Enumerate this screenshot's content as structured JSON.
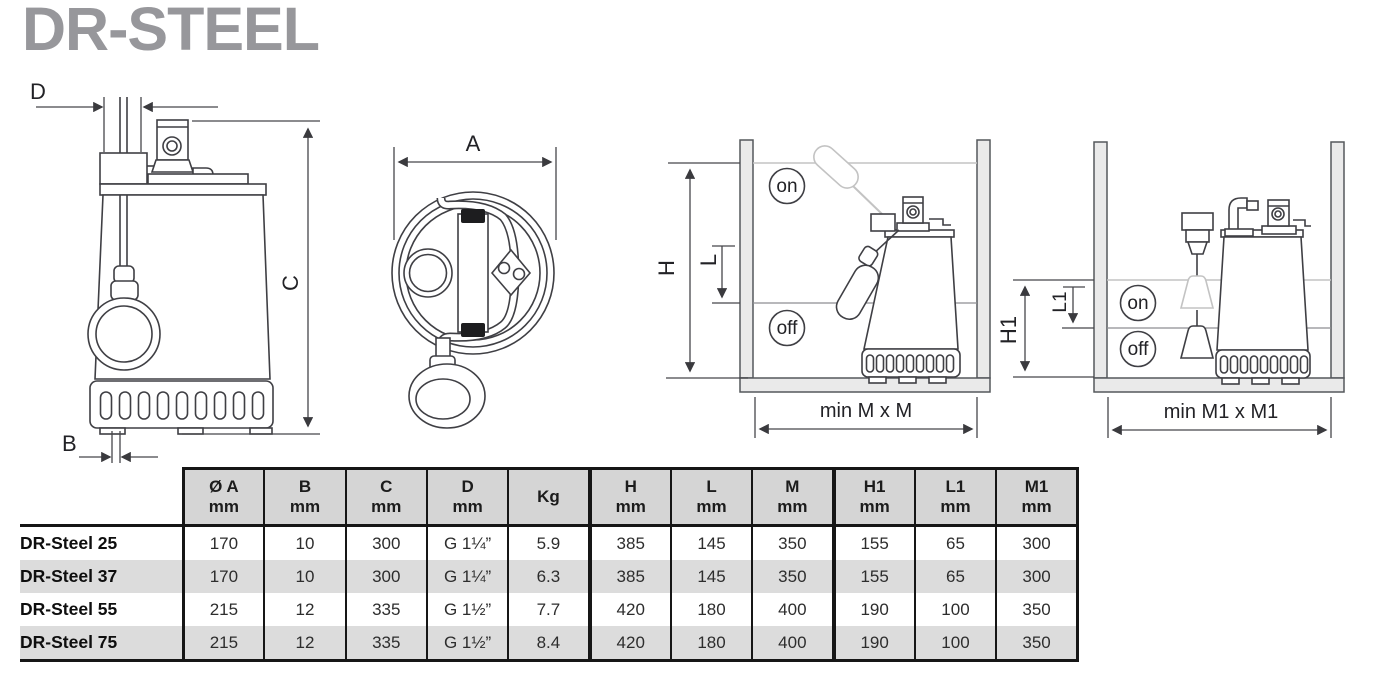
{
  "page": {
    "title": "DR-STEEL"
  },
  "colors": {
    "title_gray": "#97979b",
    "table_header_bg": "#d5d5d5",
    "table_alt_row_bg": "#dcdcdc",
    "table_border": "#161616",
    "drawing_line": "#3f3f44",
    "tank_wall_fill": "#eaeaea"
  },
  "drawings": {
    "front_view": {
      "dim_d": "D",
      "dim_c": "C",
      "dim_b": "B"
    },
    "top_view": {
      "dim_a": "A"
    },
    "float_tank": {
      "dim_h": "H",
      "dim_l": "L",
      "on_label": "on",
      "off_label": "off",
      "min_label": "min M x M"
    },
    "vertical_float_tank": {
      "dim_h1": "H1",
      "dim_l1": "L1",
      "on_label": "on",
      "off_label": "off",
      "min_label": "min M1 x M1"
    }
  },
  "table": {
    "headers": [
      {
        "label": "Ø A",
        "unit": "mm"
      },
      {
        "label": "B",
        "unit": "mm"
      },
      {
        "label": "C",
        "unit": "mm"
      },
      {
        "label": "D",
        "unit": "mm"
      },
      {
        "label": "Kg",
        "unit": ""
      },
      {
        "label": "H",
        "unit": "mm"
      },
      {
        "label": "L",
        "unit": "mm"
      },
      {
        "label": "M",
        "unit": "mm"
      },
      {
        "label": "H1",
        "unit": "mm"
      },
      {
        "label": "L1",
        "unit": "mm"
      },
      {
        "label": "M1",
        "unit": "mm"
      }
    ],
    "rows": [
      {
        "name": "DR-Steel 25",
        "values": [
          "170",
          "10",
          "300",
          "G 1¼”",
          "5.9",
          "385",
          "145",
          "350",
          "155",
          "65",
          "300"
        ]
      },
      {
        "name": "DR-Steel 37",
        "values": [
          "170",
          "10",
          "300",
          "G 1¼”",
          "6.3",
          "385",
          "145",
          "350",
          "155",
          "65",
          "300"
        ]
      },
      {
        "name": "DR-Steel 55",
        "values": [
          "215",
          "12",
          "335",
          "G 1½”",
          "7.7",
          "420",
          "180",
          "400",
          "190",
          "100",
          "350"
        ]
      },
      {
        "name": "DR-Steel 75",
        "values": [
          "215",
          "12",
          "335",
          "G 1½”",
          "8.4",
          "420",
          "180",
          "400",
          "190",
          "100",
          "350"
        ]
      }
    ]
  }
}
